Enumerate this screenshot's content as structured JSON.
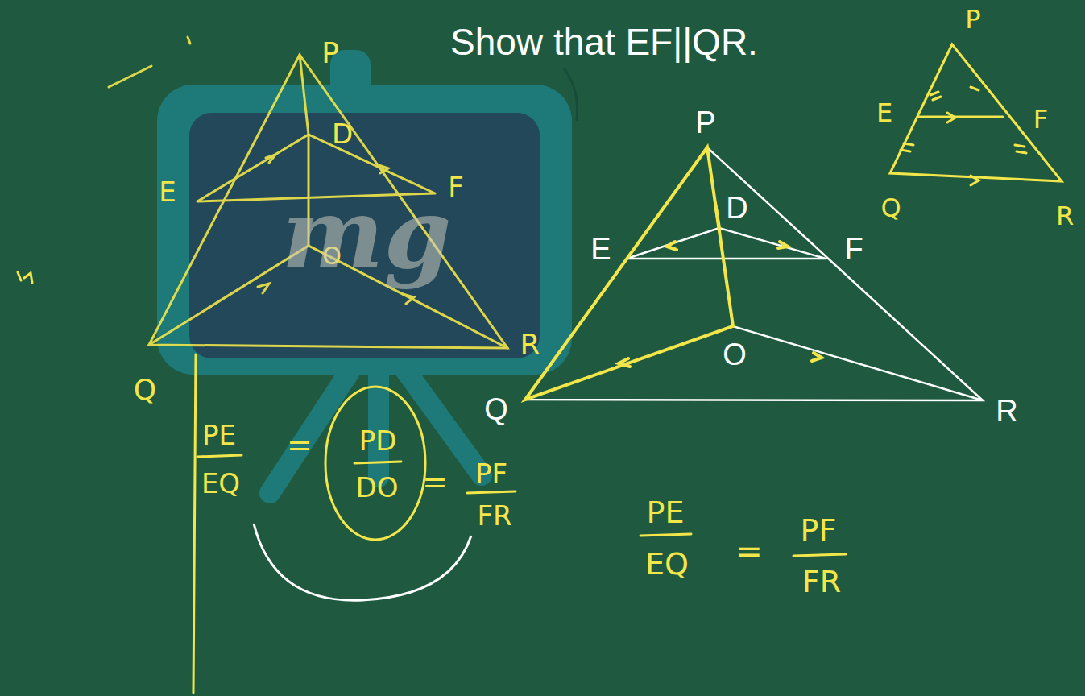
{
  "diagram": {
    "title": "Show that EF||QR.",
    "labels": [
      "P",
      "D",
      "E",
      "F",
      "O",
      "Q",
      "R",
      "P",
      "D",
      "E",
      "F",
      "O",
      "Q",
      "R",
      "mg",
      "P",
      "E",
      "F",
      "Q",
      "R",
      "PE",
      "EQ",
      "=",
      "PD",
      "DO",
      "=",
      "PF",
      "FR",
      "PE",
      "EQ",
      "=",
      "PF",
      "FR"
    ]
  }
}
